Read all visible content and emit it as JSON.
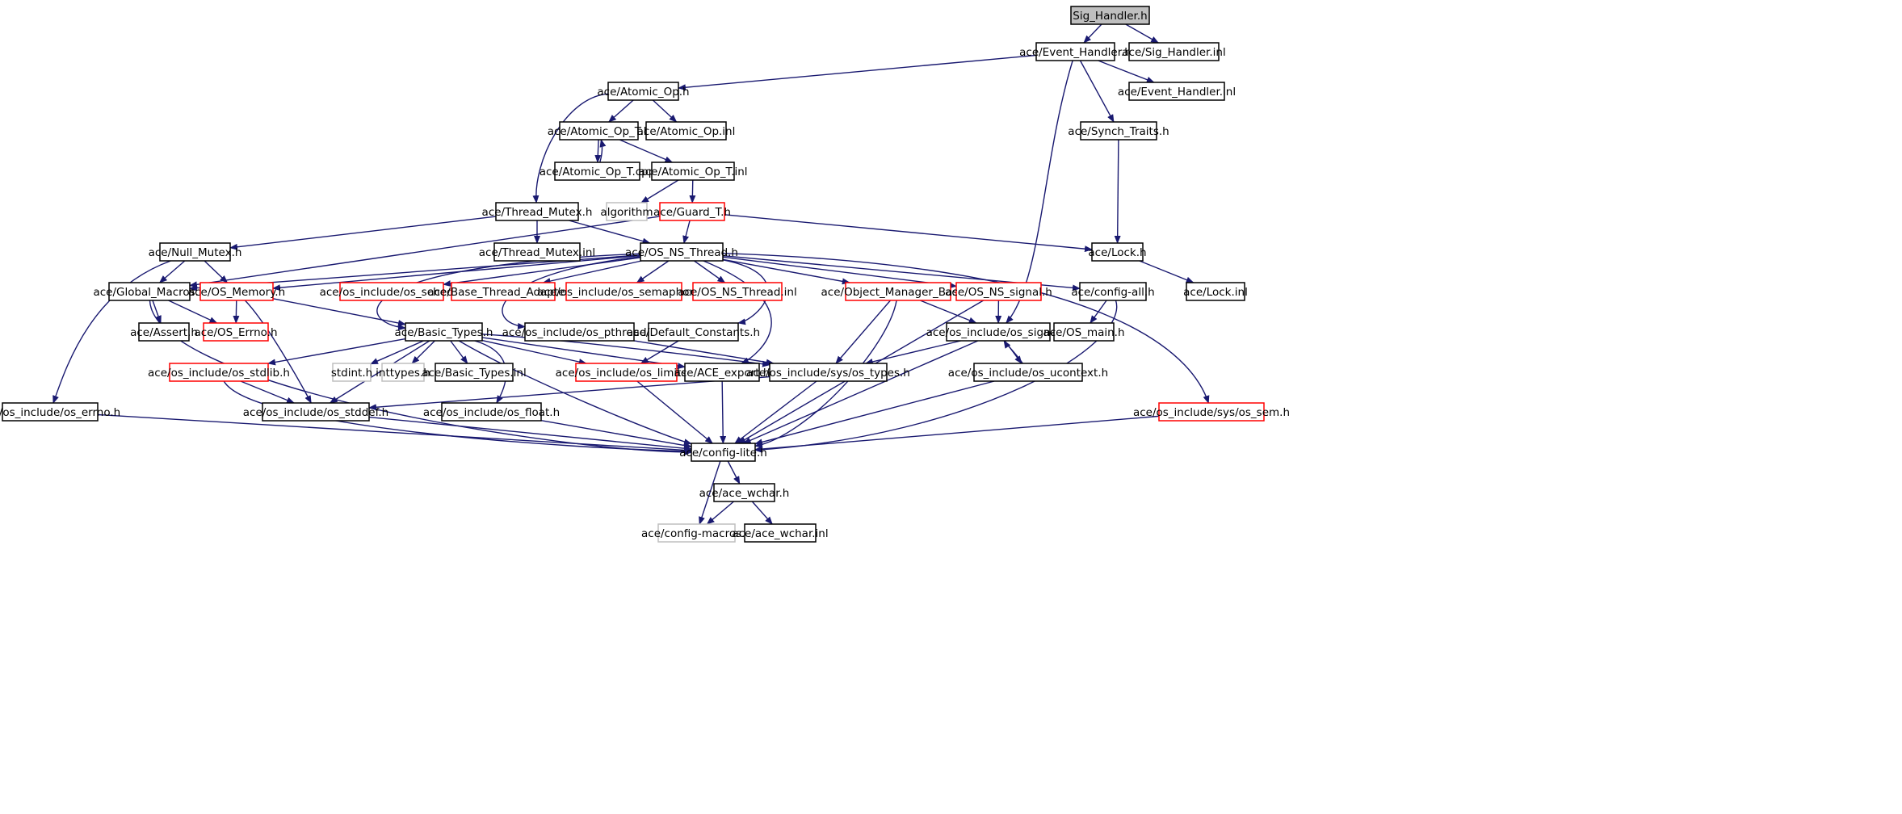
{
  "colors": {
    "edge": "#191970",
    "border_normal": "#000000",
    "border_red": "#ff0000",
    "border_gray": "#bfbfbf",
    "root_fill": "#bfbfbf",
    "fill": "#ffffff"
  },
  "nodes": [
    {
      "id": "sig_handler_h",
      "label": "Sig_Handler.h",
      "style": "root"
    },
    {
      "id": "event_handler_h",
      "label": "ace/Event_Handler.h",
      "style": "normal"
    },
    {
      "id": "sig_handler_inl",
      "label": "ace/Sig_Handler.inl",
      "style": "normal"
    },
    {
      "id": "atomic_op_h",
      "label": "ace/Atomic_Op.h",
      "style": "normal"
    },
    {
      "id": "event_handler_inl",
      "label": "ace/Event_Handler.inl",
      "style": "normal"
    },
    {
      "id": "atomic_op_t_h",
      "label": "ace/Atomic_Op_T.h",
      "style": "normal"
    },
    {
      "id": "atomic_op_inl",
      "label": "ace/Atomic_Op.inl",
      "style": "normal"
    },
    {
      "id": "synch_traits_h",
      "label": "ace/Synch_Traits.h",
      "style": "normal"
    },
    {
      "id": "atomic_op_t_cpp",
      "label": "ace/Atomic_Op_T.cpp",
      "style": "normal"
    },
    {
      "id": "atomic_op_t_inl",
      "label": "ace/Atomic_Op_T.inl",
      "style": "normal"
    },
    {
      "id": "thread_mutex_h",
      "label": "ace/Thread_Mutex.h",
      "style": "normal"
    },
    {
      "id": "algorithm",
      "label": "algorithm",
      "style": "gray"
    },
    {
      "id": "guard_t_h",
      "label": "ace/Guard_T.h",
      "style": "red"
    },
    {
      "id": "null_mutex_h",
      "label": "ace/Null_Mutex.h",
      "style": "normal"
    },
    {
      "id": "thread_mutex_inl",
      "label": "ace/Thread_Mutex.inl",
      "style": "normal"
    },
    {
      "id": "os_ns_thread_h",
      "label": "ace/OS_NS_Thread.h",
      "style": "normal"
    },
    {
      "id": "lock_h",
      "label": "ace/Lock.h",
      "style": "normal"
    },
    {
      "id": "global_macros_h",
      "label": "ace/Global_Macros.h",
      "style": "normal"
    },
    {
      "id": "os_memory_h",
      "label": "ace/OS_Memory.h",
      "style": "red"
    },
    {
      "id": "os_sched_h",
      "label": "ace/os_include/os_sched.h",
      "style": "red"
    },
    {
      "id": "base_thread_adapter_h",
      "label": "ace/Base_Thread_Adapter.h",
      "style": "red"
    },
    {
      "id": "os_semaphore_h",
      "label": "ace/os_include/os_semaphore.h",
      "style": "red"
    },
    {
      "id": "os_ns_thread_inl",
      "label": "ace/OS_NS_Thread.inl",
      "style": "red"
    },
    {
      "id": "object_manager_base_h",
      "label": "ace/Object_Manager_Base.h",
      "style": "red"
    },
    {
      "id": "os_ns_signal_h",
      "label": "ace/OS_NS_signal.h",
      "style": "red"
    },
    {
      "id": "config_all_h",
      "label": "ace/config-all.h",
      "style": "normal"
    },
    {
      "id": "lock_inl",
      "label": "ace/Lock.inl",
      "style": "normal"
    },
    {
      "id": "assert_h",
      "label": "ace/Assert.h",
      "style": "normal"
    },
    {
      "id": "os_errno_h",
      "label": "ace/OS_Errno.h",
      "style": "red"
    },
    {
      "id": "basic_types_h",
      "label": "ace/Basic_Types.h",
      "style": "normal"
    },
    {
      "id": "os_pthread_h",
      "label": "ace/os_include/os_pthread.h",
      "style": "normal"
    },
    {
      "id": "default_constants_h",
      "label": "ace/Default_Constants.h",
      "style": "normal"
    },
    {
      "id": "os_signal_h",
      "label": "ace/os_include/os_signal.h",
      "style": "normal"
    },
    {
      "id": "os_main_h",
      "label": "ace/OS_main.h",
      "style": "normal"
    },
    {
      "id": "os_stdlib_h",
      "label": "ace/os_include/os_stdlib.h",
      "style": "red"
    },
    {
      "id": "stdint_h",
      "label": "stdint.h",
      "style": "gray"
    },
    {
      "id": "inttypes_h",
      "label": "inttypes.h",
      "style": "gray"
    },
    {
      "id": "basic_types_inl",
      "label": "ace/Basic_Types.inl",
      "style": "normal"
    },
    {
      "id": "os_limits_h",
      "label": "ace/os_include/os_limits.h",
      "style": "red"
    },
    {
      "id": "ace_export_h",
      "label": "ace/ACE_export.h",
      "style": "normal"
    },
    {
      "id": "sys_os_types_h",
      "label": "ace/os_include/sys/os_types.h",
      "style": "normal"
    },
    {
      "id": "os_ucontext_h",
      "label": "ace/os_include/os_ucontext.h",
      "style": "normal"
    },
    {
      "id": "os_errno_os_h",
      "label": "ace/os_include/os_errno.h",
      "style": "normal"
    },
    {
      "id": "os_stddef_h",
      "label": "ace/os_include/os_stddef.h",
      "style": "normal"
    },
    {
      "id": "os_float_h",
      "label": "ace/os_include/os_float.h",
      "style": "normal"
    },
    {
      "id": "sys_os_sem_h",
      "label": "ace/os_include/sys/os_sem.h",
      "style": "red"
    },
    {
      "id": "config_lite_h",
      "label": "ace/config-lite.h",
      "style": "normal"
    },
    {
      "id": "ace_wchar_h",
      "label": "ace/ace_wchar.h",
      "style": "normal"
    },
    {
      "id": "config_macros_h",
      "label": "ace/config-macros.h",
      "style": "gray"
    },
    {
      "id": "ace_wchar_inl",
      "label": "ace/ace_wchar.inl",
      "style": "normal"
    }
  ],
  "edges": [
    [
      "sig_handler_h",
      "event_handler_h"
    ],
    [
      "sig_handler_h",
      "sig_handler_inl"
    ],
    [
      "event_handler_h",
      "atomic_op_h"
    ],
    [
      "event_handler_h",
      "event_handler_inl"
    ],
    [
      "event_handler_h",
      "synch_traits_h"
    ],
    [
      "event_handler_h",
      "os_signal_h"
    ],
    [
      "atomic_op_h",
      "atomic_op_t_h"
    ],
    [
      "atomic_op_h",
      "atomic_op_inl"
    ],
    [
      "atomic_op_h",
      "thread_mutex_h"
    ],
    [
      "atomic_op_t_h",
      "atomic_op_t_cpp"
    ],
    [
      "atomic_op_t_cpp",
      "atomic_op_t_h"
    ],
    [
      "atomic_op_t_h",
      "atomic_op_t_inl"
    ],
    [
      "atomic_op_t_inl",
      "algorithm"
    ],
    [
      "atomic_op_t_inl",
      "guard_t_h"
    ],
    [
      "synch_traits_h",
      "lock_h"
    ],
    [
      "thread_mutex_h",
      "null_mutex_h"
    ],
    [
      "thread_mutex_h",
      "thread_mutex_inl"
    ],
    [
      "thread_mutex_h",
      "os_ns_thread_h"
    ],
    [
      "guard_t_h",
      "lock_h"
    ],
    [
      "guard_t_h",
      "os_ns_thread_h"
    ],
    [
      "guard_t_h",
      "global_macros_h"
    ],
    [
      "lock_h",
      "lock_inl"
    ],
    [
      "null_mutex_h",
      "global_macros_h"
    ],
    [
      "null_mutex_h",
      "os_memory_h"
    ],
    [
      "null_mutex_h",
      "os_errno_os_h"
    ],
    [
      "os_ns_thread_h",
      "global_macros_h"
    ],
    [
      "os_ns_thread_h",
      "os_memory_h"
    ],
    [
      "os_ns_thread_h",
      "os_sched_h"
    ],
    [
      "os_ns_thread_h",
      "base_thread_adapter_h"
    ],
    [
      "os_ns_thread_h",
      "os_semaphore_h"
    ],
    [
      "os_ns_thread_h",
      "os_ns_thread_inl"
    ],
    [
      "os_ns_thread_h",
      "object_manager_base_h"
    ],
    [
      "os_ns_thread_h",
      "os_ns_signal_h"
    ],
    [
      "os_ns_thread_h",
      "config_all_h"
    ],
    [
      "os_ns_thread_h",
      "sys_os_sem_h"
    ],
    [
      "os_ns_thread_h",
      "basic_types_h"
    ],
    [
      "os_ns_thread_h",
      "os_pthread_h"
    ],
    [
      "os_ns_thread_h",
      "default_constants_h"
    ],
    [
      "os_ns_thread_h",
      "ace_export_h"
    ],
    [
      "global_macros_h",
      "assert_h"
    ],
    [
      "global_macros_h",
      "os_errno_h"
    ],
    [
      "global_macros_h",
      "config_lite_h"
    ],
    [
      "os_memory_h",
      "os_errno_h"
    ],
    [
      "os_memory_h",
      "basic_types_h"
    ],
    [
      "os_memory_h",
      "os_stddef_h"
    ],
    [
      "object_manager_base_h",
      "os_signal_h"
    ],
    [
      "object_manager_base_h",
      "sys_os_types_h"
    ],
    [
      "object_manager_base_h",
      "config_lite_h"
    ],
    [
      "os_ns_signal_h",
      "os_signal_h"
    ],
    [
      "os_ns_signal_h",
      "config_lite_h"
    ],
    [
      "config_all_h",
      "os_main_h"
    ],
    [
      "config_all_h",
      "config_lite_h"
    ],
    [
      "basic_types_h",
      "os_stdlib_h"
    ],
    [
      "basic_types_h",
      "stdint_h"
    ],
    [
      "basic_types_h",
      "inttypes_h"
    ],
    [
      "basic_types_h",
      "basic_types_inl"
    ],
    [
      "basic_types_h",
      "os_limits_h"
    ],
    [
      "basic_types_h",
      "ace_export_h"
    ],
    [
      "basic_types_h",
      "sys_os_types_h"
    ],
    [
      "basic_types_h",
      "os_stddef_h"
    ],
    [
      "basic_types_h",
      "os_float_h"
    ],
    [
      "basic_types_h",
      "config_lite_h"
    ],
    [
      "os_pthread_h",
      "sys_os_types_h"
    ],
    [
      "default_constants_h",
      "os_limits_h"
    ],
    [
      "os_signal_h",
      "sys_os_types_h"
    ],
    [
      "os_signal_h",
      "os_ucontext_h"
    ],
    [
      "os_ucontext_h",
      "os_signal_h"
    ],
    [
      "os_signal_h",
      "config_lite_h"
    ],
    [
      "os_stdlib_h",
      "os_stddef_h"
    ],
    [
      "os_stdlib_h",
      "config_lite_h"
    ],
    [
      "os_limits_h",
      "config_lite_h"
    ],
    [
      "ace_export_h",
      "config_lite_h"
    ],
    [
      "sys_os_types_h",
      "os_stddef_h"
    ],
    [
      "sys_os_types_h",
      "config_lite_h"
    ],
    [
      "os_ucontext_h",
      "config_lite_h"
    ],
    [
      "os_errno_os_h",
      "config_lite_h"
    ],
    [
      "os_stddef_h",
      "config_lite_h"
    ],
    [
      "os_float_h",
      "config_lite_h"
    ],
    [
      "sys_os_sem_h",
      "config_lite_h"
    ],
    [
      "config_lite_h",
      "config_macros_h"
    ],
    [
      "config_lite_h",
      "ace_wchar_h"
    ],
    [
      "ace_wchar_h",
      "config_macros_h"
    ],
    [
      "ace_wchar_h",
      "ace_wchar_inl"
    ]
  ]
}
